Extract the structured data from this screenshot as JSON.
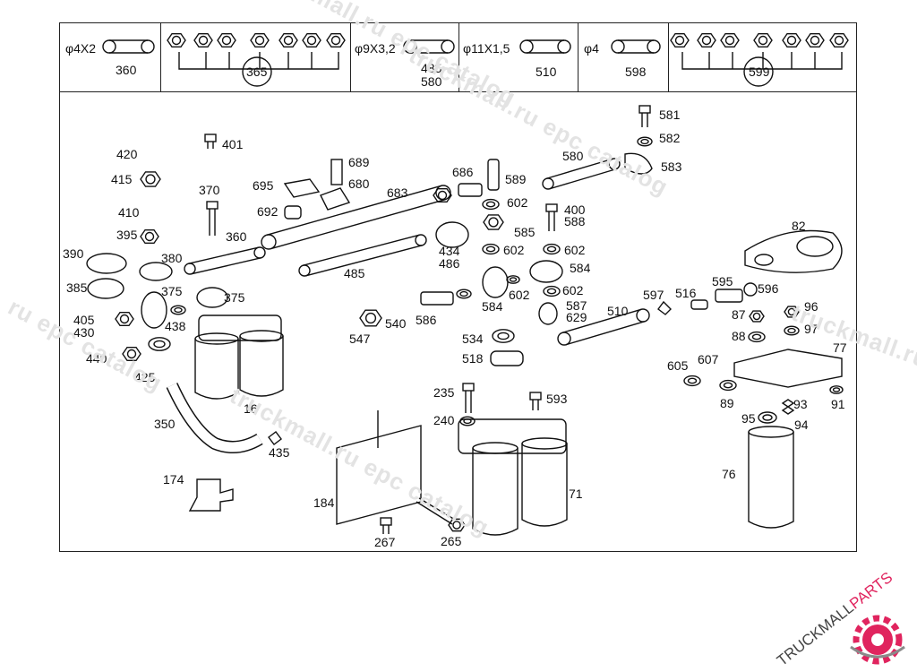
{
  "legend": {
    "c360": {
      "dim": "φ4X2",
      "num": "360"
    },
    "c365": {
      "num": "365"
    },
    "c485": {
      "dim": "φ9X3,2",
      "num1": "485",
      "num2": "580"
    },
    "c510": {
      "dim": "φ11X1,5",
      "num": "510"
    },
    "c598": {
      "dim": "φ4",
      "num": "598"
    },
    "c599": {
      "num": "599"
    }
  },
  "callouts": [
    "581",
    "582",
    "583",
    "401",
    "420",
    "415",
    "410",
    "395",
    "390",
    "380",
    "385",
    "375",
    "375",
    "405",
    "430",
    "438",
    "440",
    "425",
    "350",
    "370",
    "360",
    "16",
    "435",
    "174",
    "184",
    "267",
    "265",
    "689",
    "680",
    "695",
    "692",
    "683",
    "686",
    "589",
    "602",
    "400",
    "588",
    "585",
    "434",
    "486",
    "485",
    "580",
    "602",
    "602",
    "584",
    "602",
    "584",
    "602",
    "587",
    "629",
    "540",
    "586",
    "547",
    "534",
    "518",
    "235",
    "593",
    "240",
    "71",
    "82",
    "595",
    "596",
    "597",
    "516",
    "510",
    "87",
    "96",
    "88",
    "97",
    "77",
    "605",
    "607",
    "89",
    "93",
    "91",
    "95",
    "94",
    "76"
  ],
  "watermarks": [
    "truckmall.ru epc catalog",
    "truckmall.ru epc catalog",
    "ru epc catalog",
    "truckmall.ru epc catalog",
    "truckmall.ru"
  ],
  "logo": {
    "text1": "TRUCKMALL",
    "text2": "PARTS",
    "accent": "#e0245e"
  }
}
